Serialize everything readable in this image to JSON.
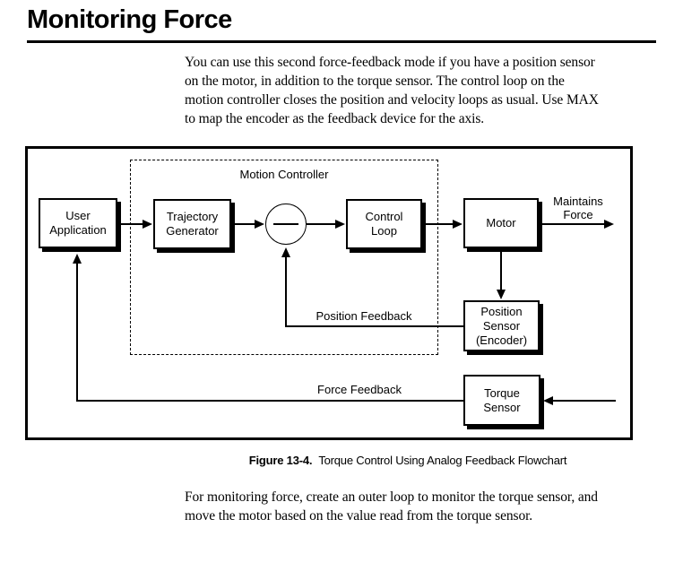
{
  "colors": {
    "ink": "#000000",
    "paper": "#ffffff"
  },
  "header": {
    "title": "Monitoring Force"
  },
  "body": {
    "intro_lines": [
      "You can use this second force-feedback mode if you have a position sensor",
      "on the motor, in addition to the torque sensor. The control loop on the",
      "motion controller closes the position and velocity loops as usual. Use MAX",
      "to map the encoder as the feedback device for the axis."
    ],
    "closing_lines": [
      "For monitoring force, create an outer loop to monitor the torque sensor, and",
      "move the motor based on the value read from the torque sensor."
    ]
  },
  "figure": {
    "caption_label": "Figure 13-4.",
    "caption_text": "Torque Control Using Analog Feedback Flowchart",
    "diagram": {
      "group_label": "Motion Controller",
      "nodes": {
        "user_application": [
          "User",
          "Application"
        ],
        "trajectory_generator": [
          "Trajectory",
          "Generator"
        ],
        "control_loop": [
          "Control",
          "Loop"
        ],
        "motor": [
          "Motor"
        ],
        "position_sensor": [
          "Position",
          "Sensor",
          "(Encoder)"
        ],
        "torque_sensor": [
          "Torque",
          "Sensor"
        ]
      },
      "edge_labels": {
        "maintains_force": [
          "Maintains",
          "Force"
        ],
        "position_feedback": "Position Feedback",
        "force_feedback": "Force Feedback"
      }
    }
  }
}
